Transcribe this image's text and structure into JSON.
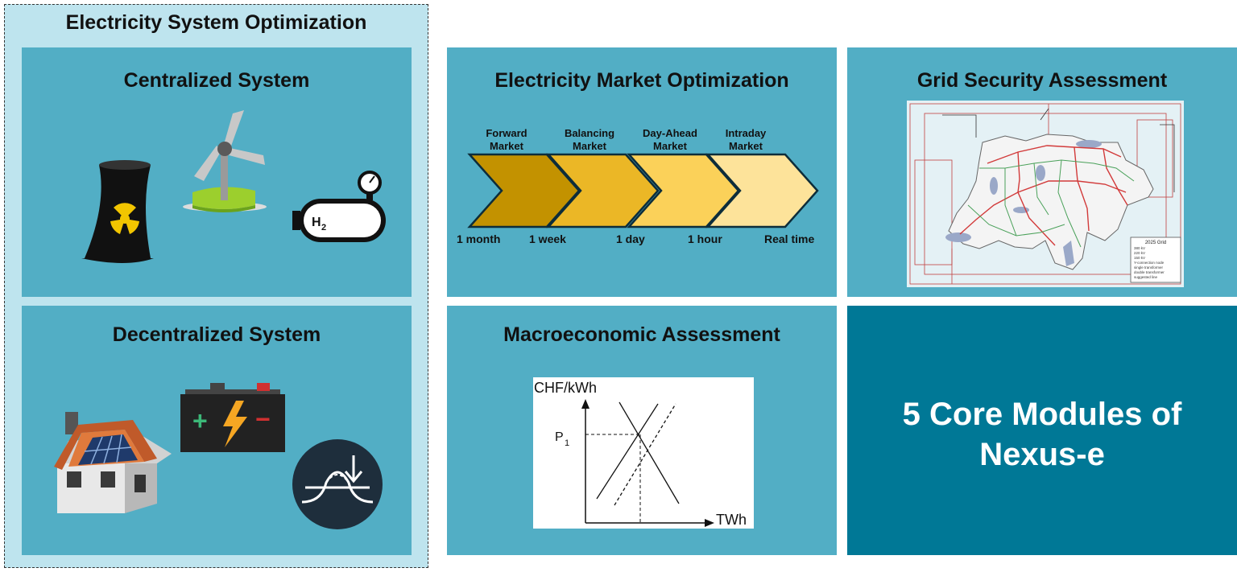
{
  "system_optimization": {
    "title": "Electricity System Optimization",
    "centralized": {
      "title": "Centralized System",
      "h2_label": "H",
      "h2_sub": "2"
    },
    "decentralized": {
      "title": "Decentralized System",
      "battery_plus": "+",
      "battery_minus": "−"
    }
  },
  "market": {
    "title": "Electricity Market Optimization",
    "stages": [
      {
        "line1": "Forward",
        "line2": "Market"
      },
      {
        "line1": "Balancing",
        "line2": "Market"
      },
      {
        "line1": "Day-Ahead",
        "line2": "Market"
      },
      {
        "line1": "Intraday",
        "line2": "Market"
      }
    ],
    "timeline": [
      "1 month",
      "1 week",
      "1 day",
      "1 hour",
      "Real time"
    ]
  },
  "grid": {
    "title": "Grid Security Assessment",
    "legend_title": "2025 Grid",
    "legend_items": [
      "380 kV",
      "220 kV",
      "150 kV",
      "Y-connection node",
      "single transformer",
      "double transformer",
      "suggested line"
    ]
  },
  "macro": {
    "title": "Macroeconomic Assessment",
    "y_axis_label": "CHF/kWh",
    "x_axis_label": "TWh",
    "price_label": "P",
    "price_sub": "1"
  },
  "core": {
    "line1": "5 Core Modules of",
    "line2": "Nexus-e"
  },
  "colors": {
    "panel": "#52aec5",
    "outer": "#bee4ee",
    "core": "#007896",
    "chevrons": [
      "#c39200",
      "#ebb726",
      "#fbd159",
      "#fde39a"
    ]
  }
}
